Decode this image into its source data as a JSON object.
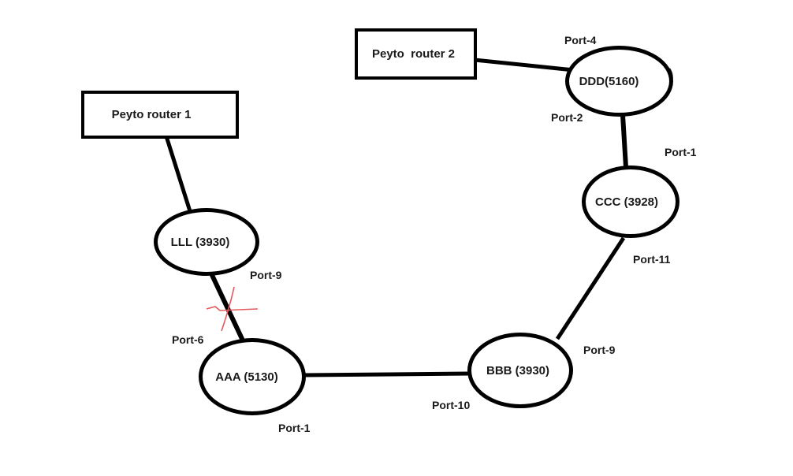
{
  "diagram": {
    "colors": {
      "background": "#ffffff",
      "link": "#000000",
      "text": "#1a1a1a",
      "failure_mark": "#e4595c",
      "stray_mark": "#222222"
    },
    "routers": [
      {
        "id": "router1",
        "label": "Peyto router 1"
      },
      {
        "id": "router2",
        "label": "Peyto  router 2"
      }
    ],
    "switches": [
      {
        "id": "LLL",
        "label": "LLL (3930)"
      },
      {
        "id": "AAA",
        "label": "AAA (5130)"
      },
      {
        "id": "BBB",
        "label": "BBB (3930)"
      },
      {
        "id": "CCC",
        "label": "CCC (3928)"
      },
      {
        "id": "DDD",
        "label": "DDD(5160)"
      }
    ],
    "ports": [
      {
        "label": "Port-4",
        "near": "DDD"
      },
      {
        "label": "Port-2",
        "near": "DDD"
      },
      {
        "label": "Port-1",
        "near": "CCC"
      },
      {
        "label": "Port-11",
        "near": "CCC"
      },
      {
        "label": "Port-9",
        "near": "BBB"
      },
      {
        "label": "Port-10",
        "near": "BBB"
      },
      {
        "label": "Port-1",
        "near": "AAA"
      },
      {
        "label": "Port-6",
        "near": "AAA"
      },
      {
        "label": "Port-9",
        "near": "LLL"
      }
    ],
    "links": [
      {
        "from": "Peyto router 1",
        "to": "LLL (3930)"
      },
      {
        "from": "LLL (3930)",
        "to": "AAA (5130)",
        "annotation": "red cross scribble (failure mark)"
      },
      {
        "from": "AAA (5130)",
        "to": "BBB (3930)"
      },
      {
        "from": "BBB (3930)",
        "to": "CCC (3928)"
      },
      {
        "from": "CCC (3928)",
        "to": "DDD(5160)"
      },
      {
        "from": "Peyto  router 2",
        "to": "DDD(5160)"
      }
    ]
  }
}
